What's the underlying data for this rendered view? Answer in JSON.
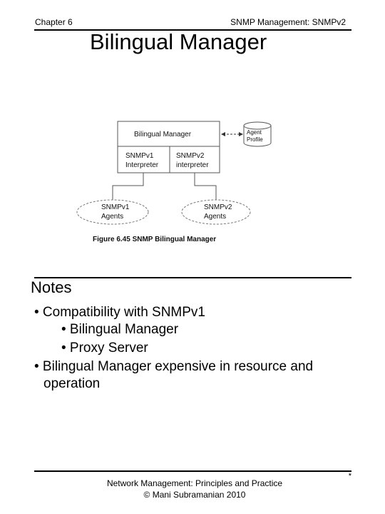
{
  "header": {
    "chapter": "Chapter 6",
    "section": "SNMP Management:  SNMPv2"
  },
  "title": "Bilingual Manager",
  "figure": {
    "manager_box": "Bilingual Manager",
    "v1_interpreter": [
      "SNMPv1",
      "Interpreter"
    ],
    "v2_interpreter": [
      "SNMPv2",
      "interpreter"
    ],
    "agent_profile": [
      "Agent",
      "Profile"
    ],
    "v1_agents": [
      "SNMPv1",
      "Agents"
    ],
    "v2_agents": [
      "SNMPv2",
      "Agents"
    ],
    "caption": "Figure 6.45  SNMP Bilingual Manager"
  },
  "notes": {
    "heading": "Notes",
    "bullets": [
      "• Compatibility with SNMPv1",
      "• Bilingual Manager",
      "• Proxy Server",
      "• Bilingual Manager expensive in resource and",
      "operation"
    ]
  },
  "footer": {
    "line1": "Network Management: Principles and Practice",
    "line2": "©  Mani Subramanian 2010",
    "marker": "*"
  }
}
